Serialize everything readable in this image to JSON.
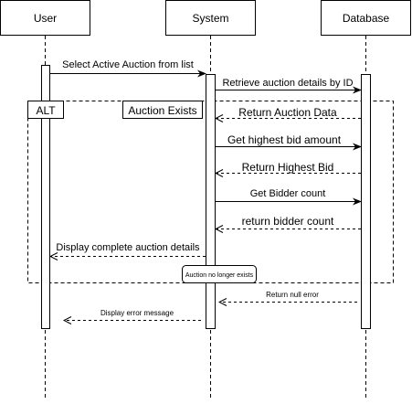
{
  "participants": {
    "user": "User",
    "system": "System",
    "database": "Database"
  },
  "fragment": {
    "operator": "ALT",
    "guard": "Auction Exists"
  },
  "messages": {
    "m1": "Select Active Auction from list",
    "m2": "Retrieve auction details by ID",
    "m3": "Return Auction Data",
    "m4": "Get highest bid amount",
    "m5": "Return Highest Bid",
    "m6": "Get Bidder count",
    "m7": "return bidder count",
    "m8": "Display complete auction details",
    "m9": "Auction no longer exists",
    "m10": "Return null error",
    "m11": "Display error message"
  }
}
